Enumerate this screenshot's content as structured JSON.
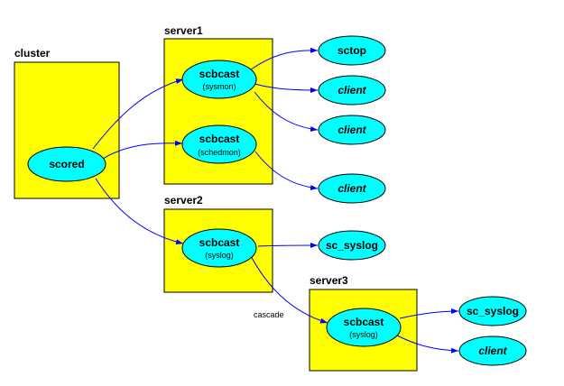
{
  "colors": {
    "box_fill": "#ffff00",
    "node_fill": "#00ffff",
    "edge_color": "#0000ff",
    "background": "#ffffff"
  },
  "boxes": {
    "cluster": {
      "label": "cluster"
    },
    "server1": {
      "label": "server1"
    },
    "server2": {
      "label": "server2"
    },
    "server3": {
      "label": "server3"
    }
  },
  "nodes": {
    "scored": {
      "label": "scored"
    },
    "scbcast_sysmon": {
      "label": "scbcast",
      "sub": "(sysmon)"
    },
    "scbcast_schedmon": {
      "label": "scbcast",
      "sub": "(schedmon)"
    },
    "scbcast_syslog_s2": {
      "label": "scbcast",
      "sub": "(syslog)"
    },
    "scbcast_syslog_s3": {
      "label": "scbcast",
      "sub": "(syslog)"
    },
    "sctop": {
      "label": "sctop"
    },
    "client1": {
      "label": "client"
    },
    "client2": {
      "label": "client"
    },
    "client3": {
      "label": "client"
    },
    "sc_syslog1": {
      "label": "sc_syslog"
    },
    "sc_syslog2": {
      "label": "sc_syslog"
    },
    "client4": {
      "label": "client"
    }
  },
  "edge_labels": {
    "cascade": "cascade"
  }
}
